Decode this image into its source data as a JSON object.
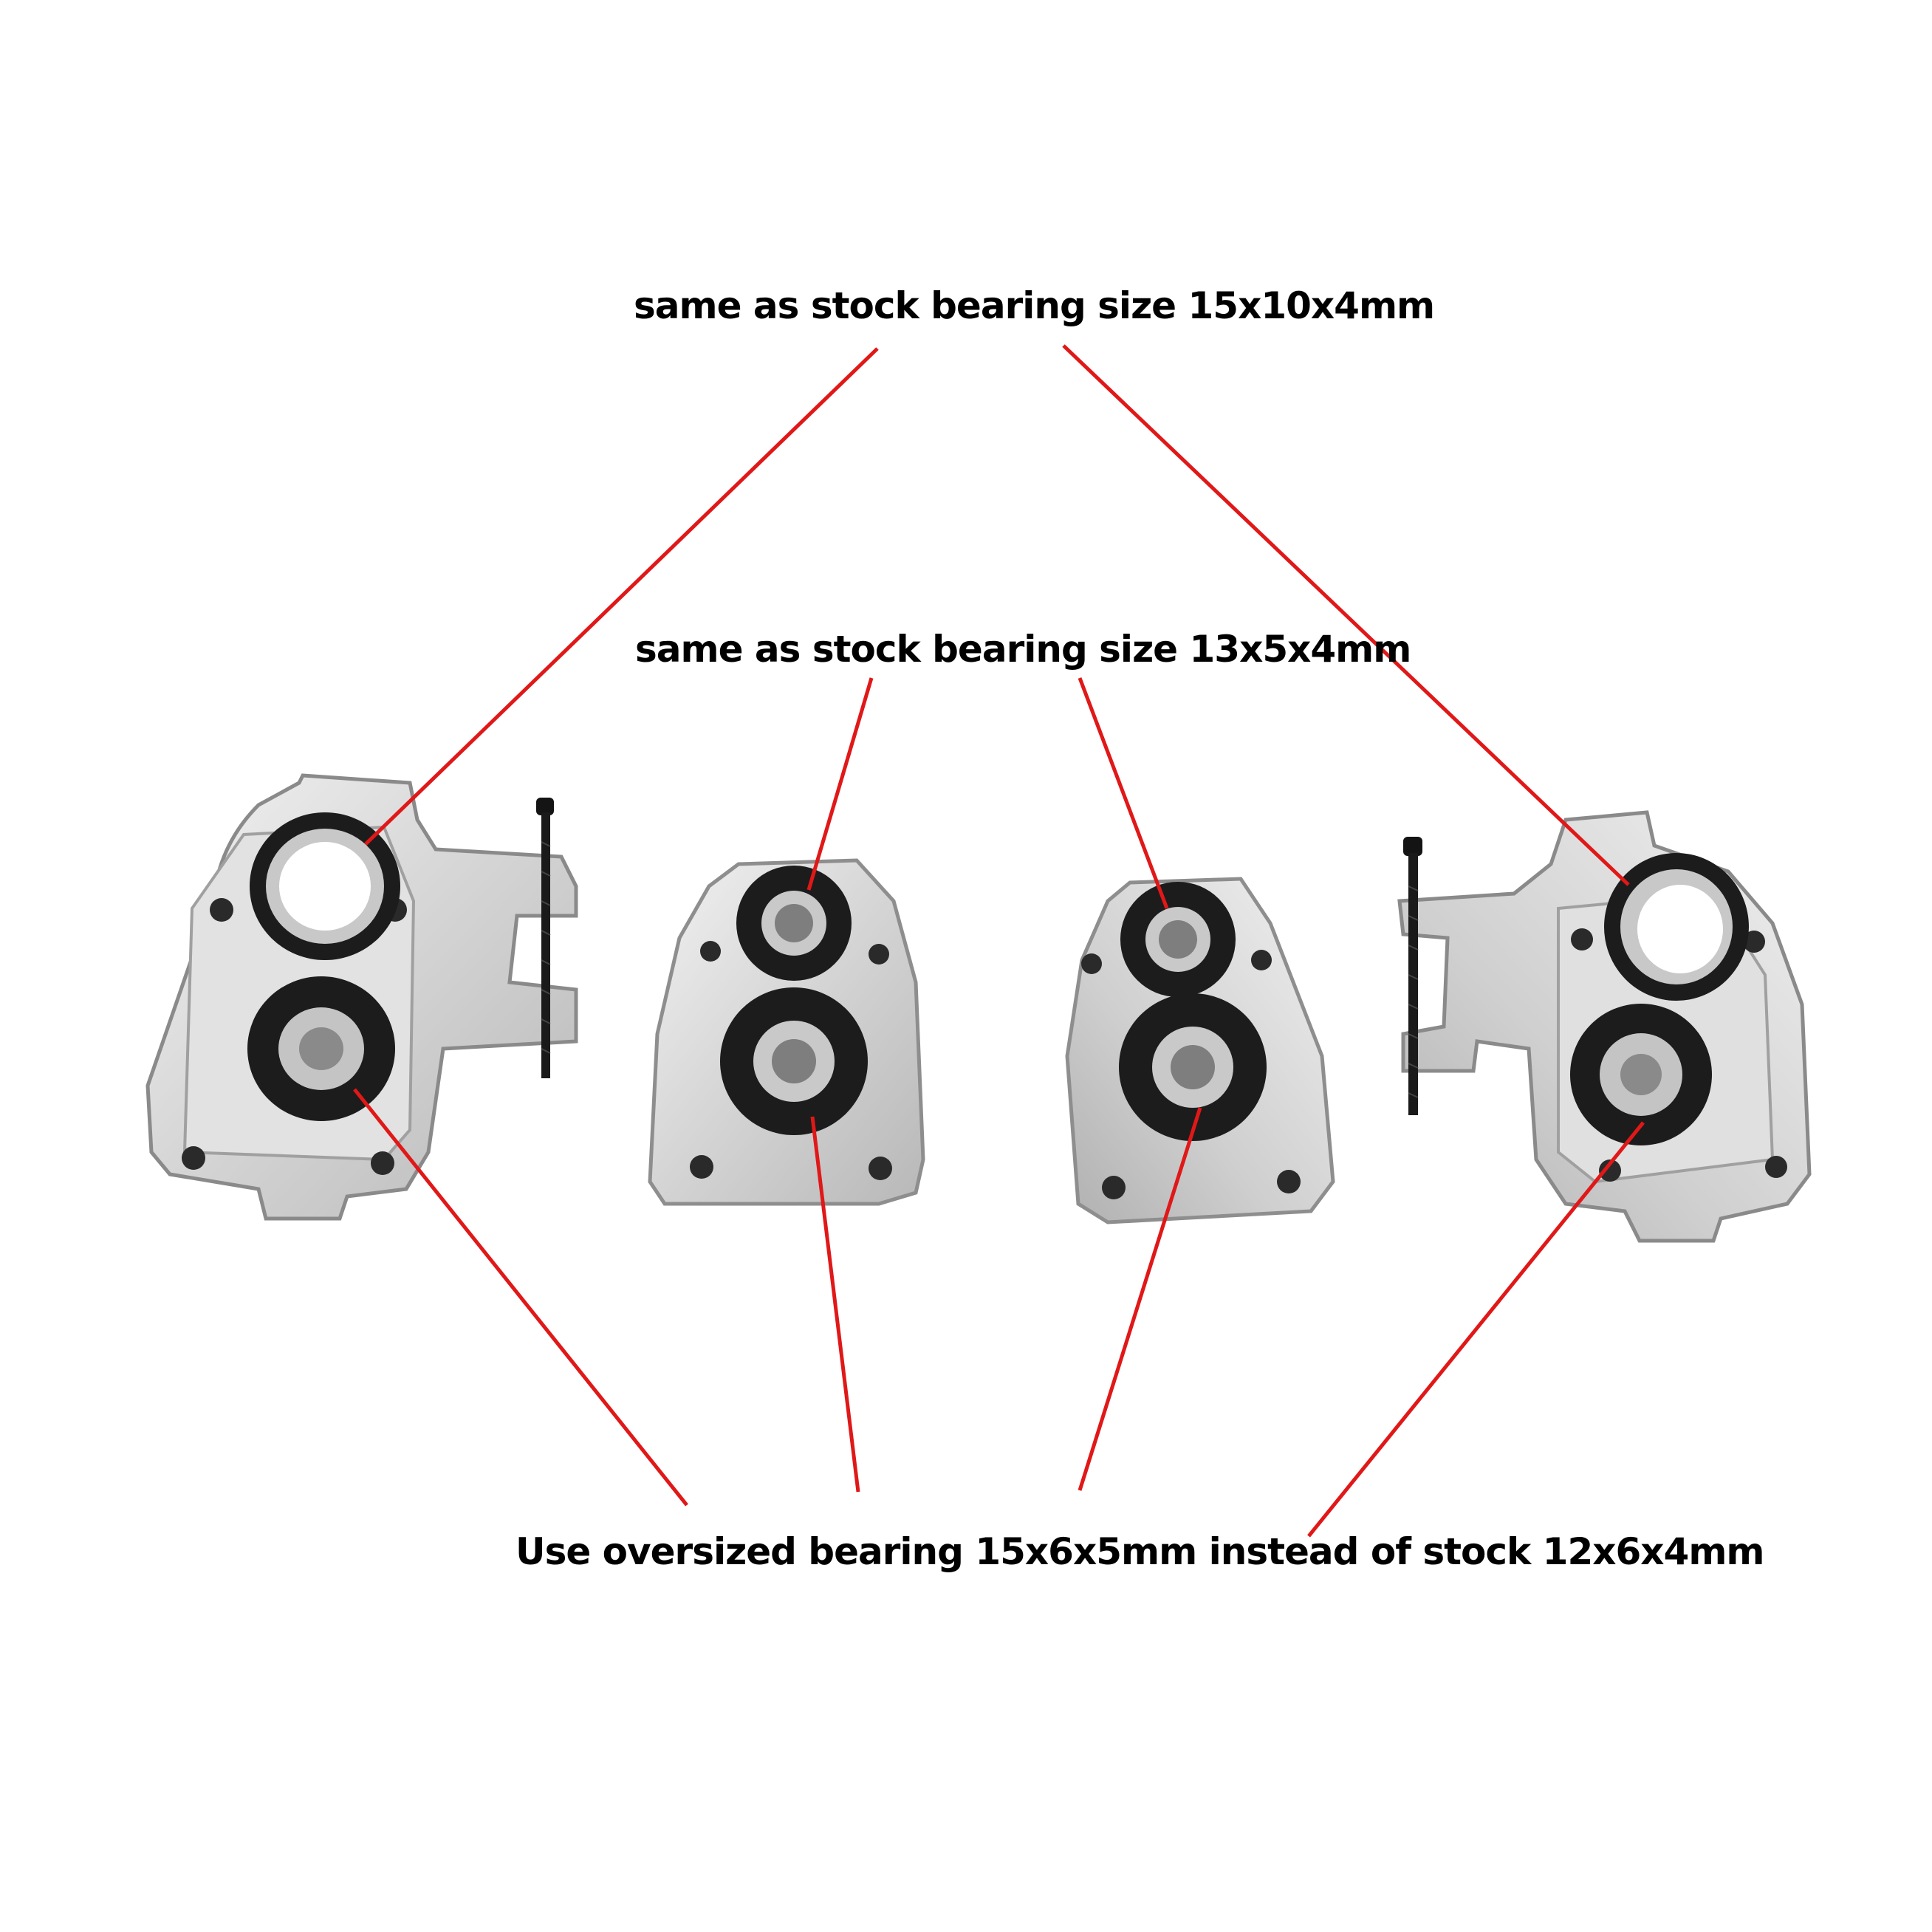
{
  "captions": {
    "top": "same as stock bearing size 15x10x4mm",
    "middle": "same as stock bearing size 13x5x4mm",
    "bottom": "Use oversized bearing 15x6x5mm instead of stock 12x6x4mm"
  },
  "colors": {
    "leader_line": "#e01818",
    "metal": "#d6d6d6",
    "metal_edge": "#8e8e8e",
    "bearing_seal": "#1c1c1c",
    "bearing_race": "#c9c9c9",
    "screw": "#141414"
  },
  "parts": [
    {
      "name": "left-gearbox-housing",
      "icon": "gearbox-housing-icon"
    },
    {
      "name": "center-left-bearing-plate",
      "icon": "bearing-plate-icon"
    },
    {
      "name": "center-right-bearing-plate",
      "icon": "bearing-plate-icon"
    },
    {
      "name": "right-gearbox-housing",
      "icon": "gearbox-housing-icon"
    }
  ]
}
